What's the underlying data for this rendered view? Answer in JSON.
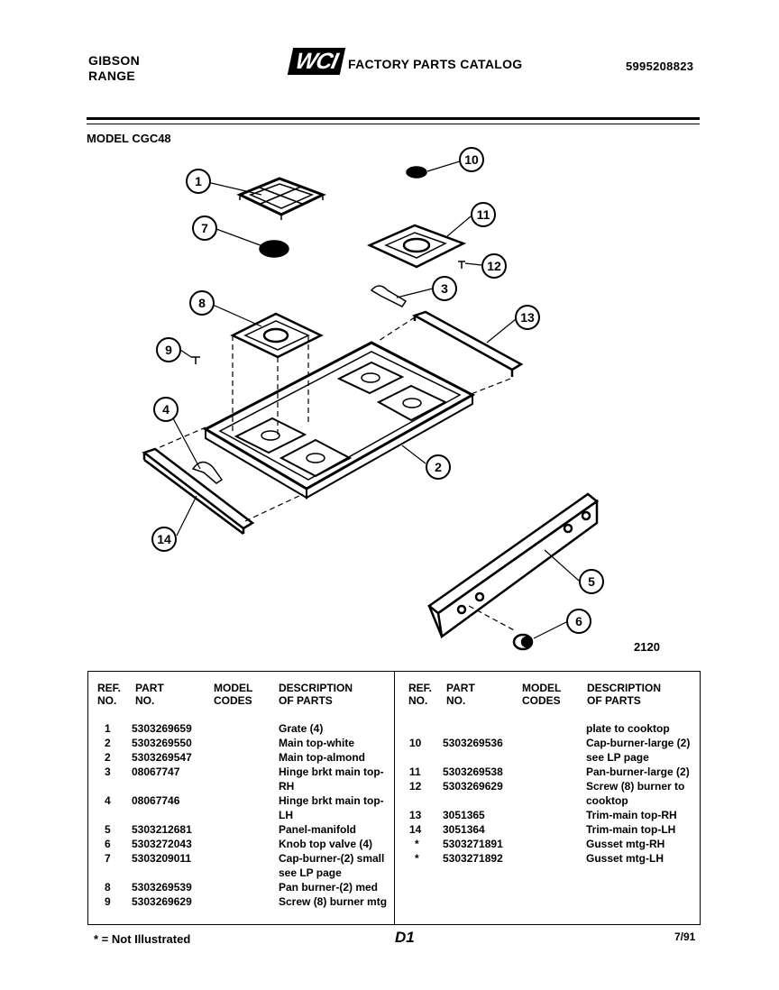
{
  "header": {
    "brand_line1": "GIBSON",
    "brand_line2": "RANGE",
    "logo_text": "WCI",
    "catalog_title": "FACTORY PARTS CATALOG",
    "catalog_number": "5995208823",
    "model_label": "MODEL CGC48"
  },
  "diagram": {
    "figure_number": "2120",
    "callouts": [
      "1",
      "2",
      "3",
      "4",
      "5",
      "6",
      "7",
      "8",
      "9",
      "10",
      "11",
      "12",
      "13",
      "14"
    ]
  },
  "table": {
    "headers": {
      "ref": "REF.\nNO.",
      "part": "PART\nNO.",
      "model": "MODEL\nCODES",
      "desc": "DESCRIPTION\nOF PARTS"
    },
    "left_rows": [
      {
        "ref": "1",
        "part": "5303269659",
        "desc": "Grate (4)"
      },
      {
        "ref": "2",
        "part": "5303269550",
        "desc": "Main top-white"
      },
      {
        "ref": "2",
        "part": "5303269547",
        "desc": "Main top-almond"
      },
      {
        "ref": "3",
        "part": "08067747",
        "desc": "Hinge brkt main top-\nRH"
      },
      {
        "ref": "4",
        "part": "08067746",
        "desc": "Hinge brkt main top-\nLH"
      },
      {
        "ref": "5",
        "part": "5303212681",
        "desc": "Panel-manifold"
      },
      {
        "ref": "6",
        "part": "5303272043",
        "desc": "Knob top valve (4)"
      },
      {
        "ref": "7",
        "part": "5303209011",
        "desc": "Cap-burner-(2) small\nsee LP page"
      },
      {
        "ref": "8",
        "part": "5303269539",
        "desc": "Pan burner-(2) med"
      },
      {
        "ref": "9",
        "part": "5303269629",
        "desc": "Screw (8) burner mtg"
      }
    ],
    "right_rows": [
      {
        "ref": "",
        "part": "",
        "desc": "plate to cooktop"
      },
      {
        "ref": "10",
        "part": "5303269536",
        "desc": "Cap-burner-large (2)\nsee LP page"
      },
      {
        "ref": "11",
        "part": "5303269538",
        "desc": "Pan-burner-large (2)"
      },
      {
        "ref": "12",
        "part": "5303269629",
        "desc": "Screw (8) burner to\ncooktop"
      },
      {
        "ref": "13",
        "part": "3051365",
        "desc": "Trim-main top-RH"
      },
      {
        "ref": "14",
        "part": "3051364",
        "desc": "Trim-main top-LH"
      },
      {
        "ref": "*",
        "part": "5303271891",
        "desc": "Gusset mtg-RH"
      },
      {
        "ref": "*",
        "part": "5303271892",
        "desc": "Gusset mtg-LH"
      }
    ]
  },
  "footer": {
    "note": "* = Not Illustrated",
    "page": "D1",
    "date": "7/91"
  }
}
